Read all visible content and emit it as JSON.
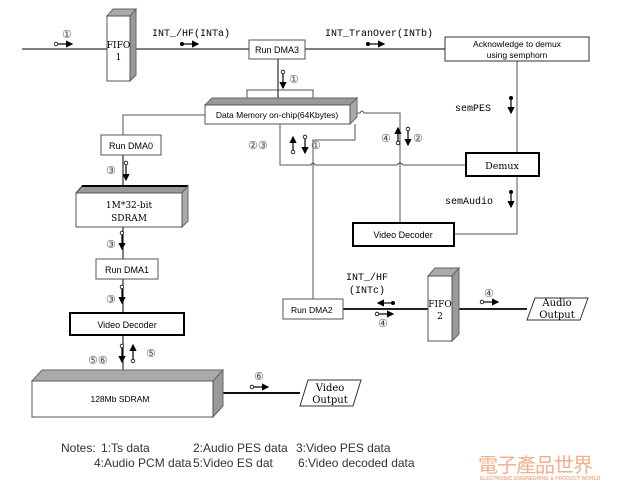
{
  "diagram": {
    "blocks": {
      "fifo1": [
        "FIFO",
        "1"
      ],
      "fifo2": [
        "FIFO",
        "2"
      ],
      "run_dma3": "Run DMA3",
      "run_dma0": "Run DMA0",
      "run_dma1": "Run DMA1",
      "run_dma2": "Run DMA2",
      "data_memory": "Data Memory on-chip(64Kbytes)",
      "acknowledge": [
        "Acknowledge to demux",
        "using semphorn"
      ],
      "demux": "Demux",
      "video_decoder_right": "Video Decoder",
      "video_decoder_left": "Video Decoder",
      "sdram_1m": [
        "1M*32-bit",
        "SDRAM"
      ],
      "sdram_128": "128Mb SDRAM",
      "audio_output": [
        "Audio",
        "Output"
      ],
      "video_output": [
        "Video",
        "Output"
      ]
    },
    "signals": {
      "inta": "INT_/HF(INTa)",
      "intb": "INT_TranOver(INTb)",
      "intc": [
        "INT_/HF",
        "(INTc)"
      ],
      "sem_pes": "semPES",
      "sem_audio": "semAudio"
    },
    "markers": {
      "m1": "①",
      "m2": "②",
      "m3": "③",
      "m4": "④",
      "m5": "⑤",
      "m6": "⑥",
      "m23": "②③",
      "m56": "⑤⑥"
    }
  },
  "notes": {
    "prefix": "Notes:",
    "items": [
      "1:Ts data",
      "2:Audio PES data",
      "3:Video PES data",
      "4:Audio PCM data",
      "5:Video ES dat",
      "6:Video decoded data"
    ]
  },
  "watermark": {
    "title": "電子產品世界",
    "subtitle": "ELECTRONIC ENGINEERING & PRODUCT WORLD",
    "color": "#f1b08c"
  }
}
